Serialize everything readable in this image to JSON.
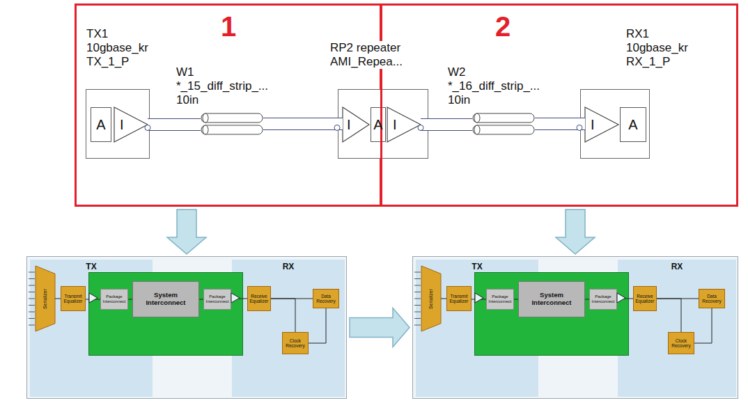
{
  "diagram": {
    "nodes": [
      {
        "text": [
          "1"
        ]
      },
      {
        "text": [
          "2"
        ]
      },
      {
        "text": [
          "TX1 10gbase_kr TX_1_P"
        ],
        "in": 0
      },
      {
        "text": [
          "A"
        ],
        "in": 2
      },
      {
        "text": [
          "I"
        ],
        "in": 2
      },
      {
        "text": [
          "W1 *_15_diff_strip_... 10in"
        ],
        "in": 0
      },
      {
        "text": [
          "RP2 repeater AMI_Repea..."
        ],
        "in": 0
      },
      {
        "text": [
          "I"
        ],
        "in": 6
      },
      {
        "text": [
          "A"
        ],
        "in": 6
      },
      {
        "text": [
          "I"
        ],
        "in": 6
      },
      {
        "text": [
          "W2 *_16_diff_strip_... 10in"
        ],
        "in": 1
      },
      {
        "text": [
          "RX1 10gbase_kr RX_1_P"
        ],
        "in": 1
      },
      {
        "text": [
          "I"
        ],
        "in": 11
      },
      {
        "text": [
          "A"
        ],
        "in": 11
      },
      {
        "text": []
      },
      {
        "text": [
          "TX"
        ],
        "in": 14
      },
      {
        "text": [
          "Serializer"
        ],
        "in": 15
      },
      {
        "text": [
          "Transmit Equalizer"
        ],
        "in": 15
      },
      {
        "text": [
          "RX"
        ],
        "in": 14
      },
      {
        "text": [
          "Receive Equalizer"
        ],
        "in": 18
      },
      {
        "text": [
          "Data Recovery"
        ],
        "in": 18
      },
      {
        "text": [
          "Clock Recovery"
        ],
        "in": 18
      },
      {
        "text": [],
        "in": 14
      },
      {
        "text": [
          "Package Interconnect"
        ],
        "in": 22
      },
      {
        "text": [
          "System Interconnect"
        ],
        "in": 22
      },
      {
        "text": [
          "Package Interconnect"
        ],
        "in": 22
      },
      {
        "text": []
      },
      {
        "text": [
          "TX"
        ],
        "in": 26
      },
      {
        "text": [
          "Serializer"
        ],
        "in": 27
      },
      {
        "text": [
          "Transmit Equalizer"
        ],
        "in": 27
      },
      {
        "text": [
          "RX"
        ],
        "in": 26
      },
      {
        "text": [
          "Receive Equalizer"
        ],
        "in": 30
      },
      {
        "text": [
          "Data Recovery"
        ],
        "in": 30
      },
      {
        "text": [
          "Clock Recovery"
        ],
        "in": 30
      },
      {
        "text": [],
        "in": 26
      },
      {
        "text": [
          "Package Interconnect"
        ],
        "in": 34
      },
      {
        "text": [
          "System Interconnect"
        ],
        "in": 34
      },
      {
        "text": [
          "Package Interconnect"
        ],
        "in": 34
      }
    ],
    "edges": [
      {
        "from": 4,
        "to": 5,
        "arrow": "none"
      },
      {
        "from": 5,
        "to": 7,
        "arrow": "none"
      },
      {
        "from": 9,
        "to": 10,
        "arrow": "none"
      },
      {
        "from": 10,
        "to": 12,
        "arrow": "none"
      },
      {
        "from": 0,
        "to": 14,
        "arrow": "to"
      },
      {
        "from": 1,
        "to": 26,
        "arrow": "to"
      },
      {
        "from": 14,
        "to": 26,
        "arrow": "to"
      },
      {
        "from": 16,
        "to": 17,
        "arrow": "none"
      },
      {
        "from": 17,
        "to": 23,
        "arrow": "none"
      },
      {
        "from": 23,
        "to": 24,
        "arrow": "none"
      },
      {
        "from": 24,
        "to": 25,
        "arrow": "none"
      },
      {
        "from": 25,
        "to": 19,
        "arrow": "none"
      },
      {
        "from": 19,
        "to": 20,
        "arrow": "none"
      },
      {
        "from": 19,
        "to": 21,
        "arrow": "none"
      },
      {
        "from": 21,
        "to": 20,
        "arrow": "none"
      },
      {
        "from": 28,
        "to": 29,
        "arrow": "none"
      },
      {
        "from": 29,
        "to": 35,
        "arrow": "none"
      },
      {
        "from": 35,
        "to": 36,
        "arrow": "none"
      },
      {
        "from": 36,
        "to": 37,
        "arrow": "none"
      },
      {
        "from": 37,
        "to": 31,
        "arrow": "none"
      },
      {
        "from": 31,
        "to": 32,
        "arrow": "none"
      },
      {
        "from": 31,
        "to": 33,
        "arrow": "none"
      },
      {
        "from": 33,
        "to": 32,
        "arrow": "none"
      }
    ]
  }
}
